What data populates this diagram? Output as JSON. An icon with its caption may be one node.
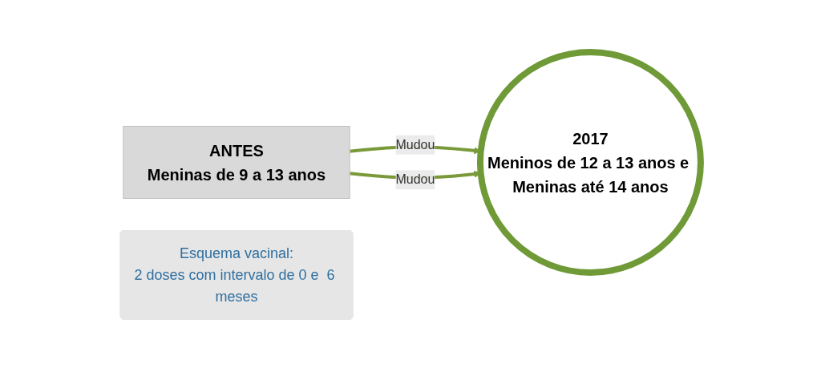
{
  "diagram": {
    "nodes": [
      {
        "text": [
          "ANTES",
          "Meninas de 9 a 13 anos"
        ]
      },
      {
        "text": [
          "2017",
          "Meninos de 12 a 13 anos e Meninas até 14 anos"
        ]
      },
      {
        "text": [
          "Esquema vacinal:",
          "2 doses com intervalo de 0 e  6 meses"
        ]
      }
    ],
    "edges": [
      {
        "from": 0,
        "to": 1,
        "arrow": "to",
        "label": "Mudou"
      },
      {
        "from": 0,
        "to": 1,
        "arrow": "to",
        "label": "Mudou"
      }
    ]
  }
}
